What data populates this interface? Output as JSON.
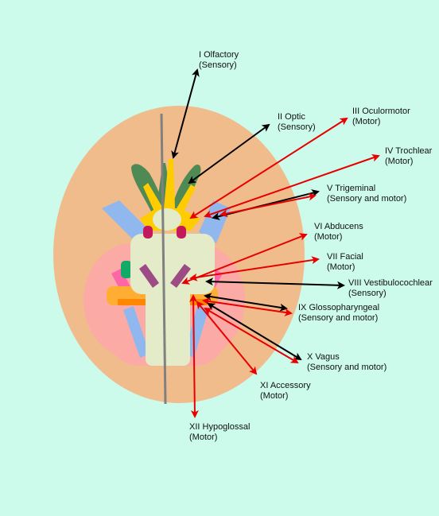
{
  "colors": {
    "background": "#ccfaeb",
    "brain": "#f1bc8c",
    "lower_lobe": "#fbaaa6",
    "olfactory": "#4f8a55",
    "optic": "#ffcc00",
    "blue_nerves": "#91b8ee",
    "brainstem": "#e3ebc8",
    "midline": "#808080",
    "purple": "#9d4b85",
    "red_arrow": "#e60000",
    "black_arrow": "#000000"
  },
  "nerves": [
    {
      "id": "olfactory",
      "name": "I Olfactory",
      "type": "(Sensory)",
      "arrow": "black"
    },
    {
      "id": "optic",
      "name": "II Optic",
      "type": "(Sensory)",
      "arrow": "black"
    },
    {
      "id": "oculomotor",
      "name": "III Oculormotor",
      "type": "(Motor)",
      "arrow": "red"
    },
    {
      "id": "trochlear",
      "name": "IV Trochlear",
      "type": "(Motor)",
      "arrow": "red"
    },
    {
      "id": "trigeminal",
      "name": "V Trigeminal",
      "type": "(Sensory and motor)",
      "arrow": "black-and-red"
    },
    {
      "id": "abducens",
      "name": "VI Abducens",
      "type": "(Motor)",
      "arrow": "red"
    },
    {
      "id": "facial",
      "name": "VII Facial",
      "type": "(Motor)",
      "arrow": "red"
    },
    {
      "id": "vestibulocochlear",
      "name": "VIII Vestibulocochlear",
      "type": "(Sensory)",
      "arrow": "black"
    },
    {
      "id": "glossopharyngeal",
      "name": "IX Glossopharyngeal",
      "type": "(Sensory and motor)",
      "arrow": "black-and-red"
    },
    {
      "id": "vagus",
      "name": "X Vagus",
      "type": "(Sensory and motor)",
      "arrow": "black-and-red"
    },
    {
      "id": "accessory",
      "name": "XI Accessory",
      "type": "(Motor)",
      "arrow": "red"
    },
    {
      "id": "hypoglossal",
      "name": "XII Hypoglossal",
      "type": "(Motor)",
      "arrow": "red"
    }
  ]
}
